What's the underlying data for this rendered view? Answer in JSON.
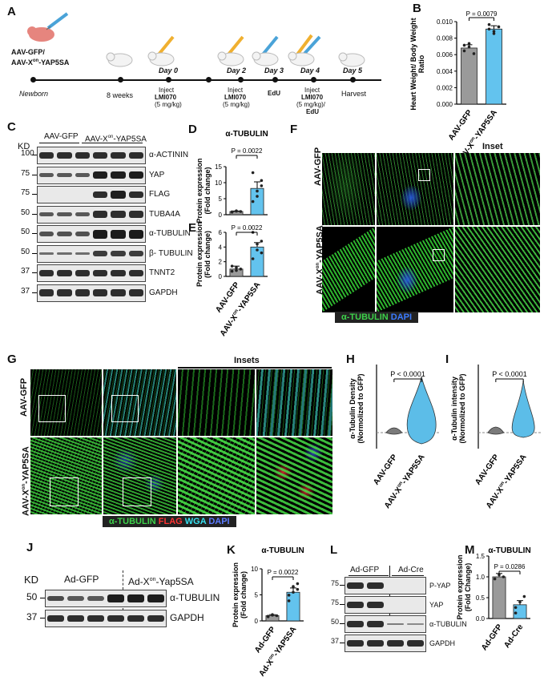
{
  "panelA": {
    "letter": "A",
    "treatment_line1": "AAV-GFP/",
    "treatment_line2": "AAV-X",
    "treatment_sup": "on",
    "treatment_line2b": "-YAP5SA",
    "newborn": "Newborn",
    "weeks8": "8 weeks",
    "day0": "Day 0",
    "day0_inj": "Inject",
    "day0_drug": "LMI070",
    "day0_dose": "(5 mg/kg)",
    "day2": "Day 2",
    "day2_inj": "Inject",
    "day2_drug": "LMI070",
    "day2_dose": "(5 mg/kg)",
    "day3": "Day 3",
    "day3_edu": "EdU",
    "day4": "Day 4",
    "day4_inj": "Inject",
    "day4_drug": "LMI070",
    "day4_dose": "(5 mg/kg)/",
    "day4_edu": "EdU",
    "day5": "Day 5",
    "day5_harvest": "Harvest"
  },
  "panelB": {
    "letter": "B",
    "ylabel": "Heart Weight/ Body Weight Ratio",
    "pvalue": "P = 0.0079",
    "ticks": [
      "0.000",
      "0.002",
      "0.004",
      "0.006",
      "0.008",
      "0.010"
    ],
    "categories": [
      "AAV-GFP",
      "AAV-Xon-YAP5SA"
    ]
  },
  "panelC": {
    "letter": "C",
    "kd": "KD",
    "group1": "AAV-GFP",
    "group2": "AAV-Xon-YAP5SA",
    "rows": [
      {
        "kd": "100",
        "label": "α-ACTININ"
      },
      {
        "kd": "75",
        "label": "YAP"
      },
      {
        "kd": "75",
        "label": "FLAG"
      },
      {
        "kd": "50",
        "label": "TUBA4A"
      },
      {
        "kd": "50",
        "label": "α-TUBULIN"
      },
      {
        "kd": "50",
        "label": "β- TUBULIN"
      },
      {
        "kd": "37",
        "label": "TNNT2"
      },
      {
        "kd": "37",
        "label": "GAPDH"
      }
    ]
  },
  "panelD": {
    "letter": "D",
    "title": "α-TUBULIN",
    "pvalue": "P = 0.0022",
    "ylabel": "Protein expression (Fold change)",
    "ticks": [
      "0",
      "5",
      "10",
      "15"
    ]
  },
  "panelE": {
    "letter": "E",
    "title": "β-TUBULIN",
    "pvalue": "P = 0.0022",
    "ylabel": "Protein expression (Fold change)",
    "ticks": [
      "0",
      "2",
      "4",
      "6"
    ],
    "categories": [
      "AAV-GFP",
      "AAV-Xon-YAP5SA"
    ]
  },
  "panelF": {
    "letter": "F",
    "inset": "Inset",
    "row1": "AAV-GFP",
    "row2": "AAV-Xon-YAP5SA",
    "legend_green": "α-TUBULIN",
    "legend_blue": "DAPI"
  },
  "panelG": {
    "letter": "G",
    "insets": "Insets",
    "row1": "AAV-GFP",
    "row2": "AAV-Xon-YAP5SA",
    "legend_green": "α-TUBULIN",
    "legend_red": "FLAG",
    "legend_cyan": "WGA",
    "legend_blue": "DAPI"
  },
  "panelH": {
    "letter": "H",
    "pvalue": "P < 0.0001",
    "ylabel": "α-Tubulin Density (Normolized to GFP)",
    "categories": [
      "AAV-GFP",
      "AAV-Xon-YAP5SA"
    ]
  },
  "panelI": {
    "letter": "I",
    "pvalue": "P < 0.0001",
    "ylabel": "α-Tubulin intensity (Normolized to GFP)",
    "categories": [
      "AAV-GFP",
      "AAV-Xon-YAP5SA"
    ]
  },
  "panelJ": {
    "letter": "J",
    "kd": "KD",
    "group1": "Ad-GFP",
    "group2": "Ad-Xon-Yap5SA",
    "rows": [
      {
        "kd": "50",
        "label": "α-TUBULIN"
      },
      {
        "kd": "37",
        "label": "GAPDH"
      }
    ]
  },
  "panelK": {
    "letter": "K",
    "title": "α-TUBULIN",
    "pvalue": "P = 0.0022",
    "ylabel": "Protein expression (Fold change)",
    "ticks": [
      "0",
      "5",
      "10"
    ],
    "categories": [
      "Ad-GFP",
      "Ad-Xon-YAP5SA"
    ]
  },
  "panelL": {
    "letter": "L",
    "group1": "Ad-GFP",
    "group2": "Ad-Cre",
    "rows": [
      {
        "kd": "75",
        "label": "P-YAP"
      },
      {
        "kd": "75",
        "label": "YAP"
      },
      {
        "kd": "50",
        "label": "α-TUBULIN"
      },
      {
        "kd": "37",
        "label": "GAPDH"
      }
    ]
  },
  "panelM": {
    "letter": "M",
    "title": "α-TUBULIN",
    "pvalue": "P = 0.0286",
    "ylabel": "Protein expression (Fold Change)",
    "ticks": [
      "0.0",
      "0.5",
      "1.0",
      "1.5"
    ],
    "categories": [
      "Ad-GFP",
      "Ad-Cre"
    ]
  },
  "colors": {
    "gray_bar": "#9a9a9a",
    "blue_bar": "#63c3ee",
    "violin_gray": "#7a7a7a",
    "violin_blue": "#5cbde8",
    "green": "#2fae3c"
  },
  "chart_data": [
    {
      "type": "bar",
      "id": "B",
      "categories": [
        "AAV-GFP",
        "AAV-Xon-YAP5SA"
      ],
      "values": [
        0.0068,
        0.0091
      ],
      "ylim": [
        0,
        0.01
      ],
      "ylabel": "Heart Weight/ Body Weight Ratio"
    },
    {
      "type": "bar",
      "id": "D",
      "categories": [
        "AAV-GFP",
        "AAV-Xon-YAP5SA"
      ],
      "values": [
        1.0,
        8.2
      ],
      "ylim": [
        0,
        15
      ],
      "title": "α-TUBULIN"
    },
    {
      "type": "bar",
      "id": "E",
      "categories": [
        "AAV-GFP",
        "AAV-Xon-YAP5SA"
      ],
      "values": [
        1.0,
        4.0
      ],
      "ylim": [
        0,
        6
      ],
      "title": "β-TUBULIN"
    },
    {
      "type": "bar",
      "id": "K",
      "categories": [
        "Ad-GFP",
        "Ad-Xon-YAP5SA"
      ],
      "values": [
        1.0,
        5.5
      ],
      "ylim": [
        0,
        10
      ],
      "title": "α-TUBULIN"
    },
    {
      "type": "bar",
      "id": "M",
      "categories": [
        "Ad-GFP",
        "Ad-Cre"
      ],
      "values": [
        1.0,
        0.33
      ],
      "ylim": [
        0,
        1.5
      ],
      "title": "α-TUBULIN"
    }
  ]
}
